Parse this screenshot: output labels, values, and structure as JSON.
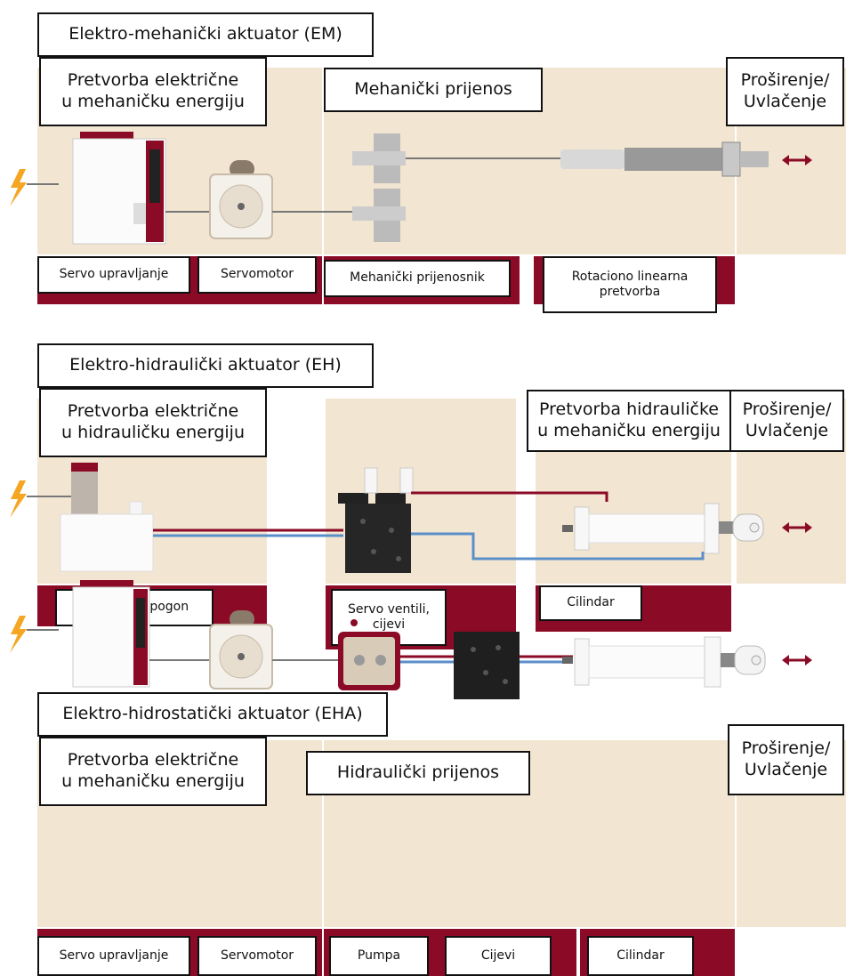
{
  "colors": {
    "panel": "#f2e5d1",
    "accent": "#8b0a26",
    "blue_line": "#5b8fc9",
    "bolt": "#f5a623"
  },
  "em": {
    "title": "Elektro-mehanički aktuator (EM)",
    "conversion": "Pretvorba električne\nu mehaničku energiju",
    "transmission": "Mehanički prijenos",
    "extend": "Proširenje/\nUvlačenje",
    "labels": {
      "servo_control": "Servo upravljanje",
      "servomotor": "Servomotor",
      "gearbox": "Mehanički prijenosnik",
      "rot_lin": "Rotaciono linearna\npretvorba"
    }
  },
  "eh": {
    "title": "Elektro-hidraulički aktuator (EH)",
    "conversion": "Pretvorba električne\nu hidrauličku energiju",
    "hyd_to_mech": "Pretvorba hidrauličke\nu mehaničku energiju",
    "extend": "Proširenje/\nUvlačenje",
    "labels": {
      "hyd_drive": "Hidraulički pogon",
      "servo_valves": "Servo ventili,\ncijevi",
      "cylinder": "Cilindar"
    }
  },
  "eha": {
    "title": "Elektro-hidrostatički aktuator (EHA)",
    "conversion": "Pretvorba električne\nu mehaničku energiju",
    "transmission": "Hidraulički prijenos",
    "extend": "Proširenje/\nUvlačenje",
    "labels": {
      "servo_control": "Servo upravljanje",
      "servomotor": "Servomotor",
      "pump": "Pumpa",
      "pipes": "Cijevi",
      "cylinder": "Cilindar"
    }
  },
  "icons": [
    "lightning-icon",
    "double-arrow-icon"
  ]
}
